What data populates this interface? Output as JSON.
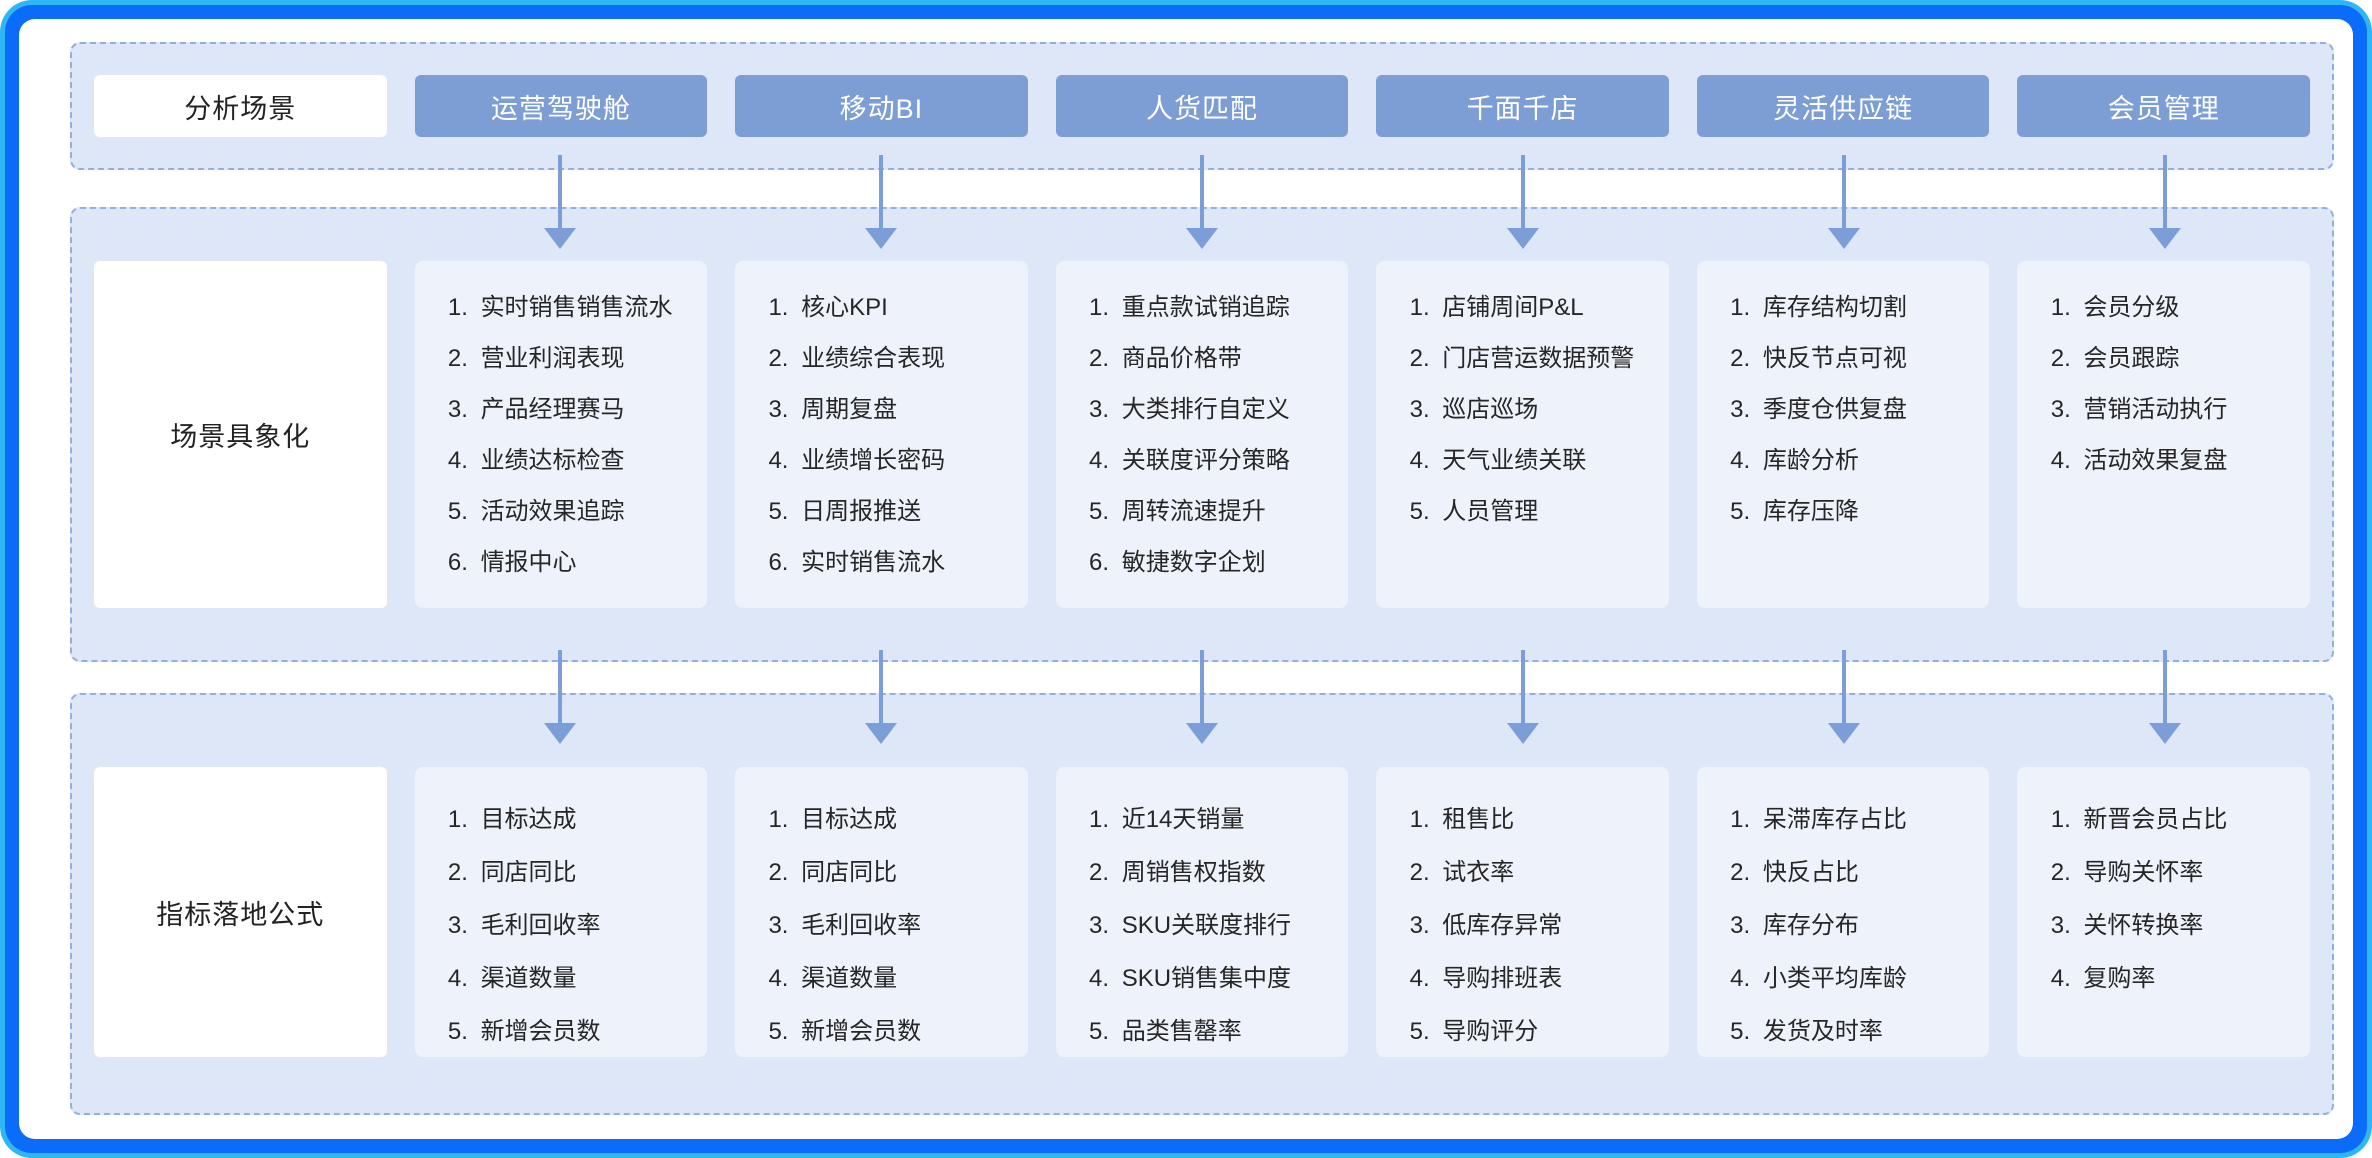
{
  "diagram": {
    "row1": {
      "label": "分析场景",
      "headers": [
        "运营驾驶舱",
        "移动BI",
        "人货匹配",
        "千面千店",
        "灵活供应链",
        "会员管理"
      ]
    },
    "row2": {
      "label": "场景具象化",
      "col1": [
        "实时销售销售流水",
        "营业利润表现",
        "产品经理赛马",
        "业绩达标检查",
        "活动效果追踪",
        "情报中心"
      ],
      "col2": [
        "核心KPI",
        "业绩综合表现",
        "周期复盘",
        "业绩增长密码",
        "日周报推送",
        "实时销售流水"
      ],
      "col3": [
        "重点款试销追踪",
        "商品价格带",
        "大类排行自定义",
        "关联度评分策略",
        "周转流速提升",
        "敏捷数字企划"
      ],
      "col4": [
        "店铺周间P&L",
        "门店营运数据预警",
        "巡店巡场",
        "天气业绩关联",
        "人员管理"
      ],
      "col5": [
        "库存结构切割",
        "快反节点可视",
        "季度仓供复盘",
        "库龄分析",
        "库存压降"
      ],
      "col6": [
        "会员分级",
        "会员跟踪",
        "营销活动执行",
        "活动效果复盘"
      ]
    },
    "row3": {
      "label": "指标落地公式",
      "col1": [
        "目标达成",
        "同店同比",
        "毛利回收率",
        "渠道数量",
        "新增会员数"
      ],
      "col2": [
        "目标达成",
        "同店同比",
        "毛利回收率",
        "渠道数量",
        "新增会员数"
      ],
      "col3": [
        "近14天销量",
        "周销售权指数",
        "SKU关联度排行",
        "SKU销售集中度",
        "品类售罄率"
      ],
      "col4": [
        "租售比",
        "试衣率",
        "低库存异常",
        "导购排班表",
        "导购评分"
      ],
      "col5": [
        "呆滞库存占比",
        "快反占比",
        "库存分布",
        "小类平均库龄",
        "发货及时率"
      ],
      "col6": [
        "新晋会员占比",
        "导购关怀率",
        "关怀转换率",
        "复购率"
      ]
    },
    "colors": {
      "frame_blue": "#0a6cf8",
      "frame_glow": "#2fb6f5",
      "section_bg": "#dde7f7",
      "section_border": "#94aede",
      "header_bg": "#7d9ed5",
      "card_bg": "#eef3fb",
      "arrow": "#7c9ed8"
    }
  }
}
